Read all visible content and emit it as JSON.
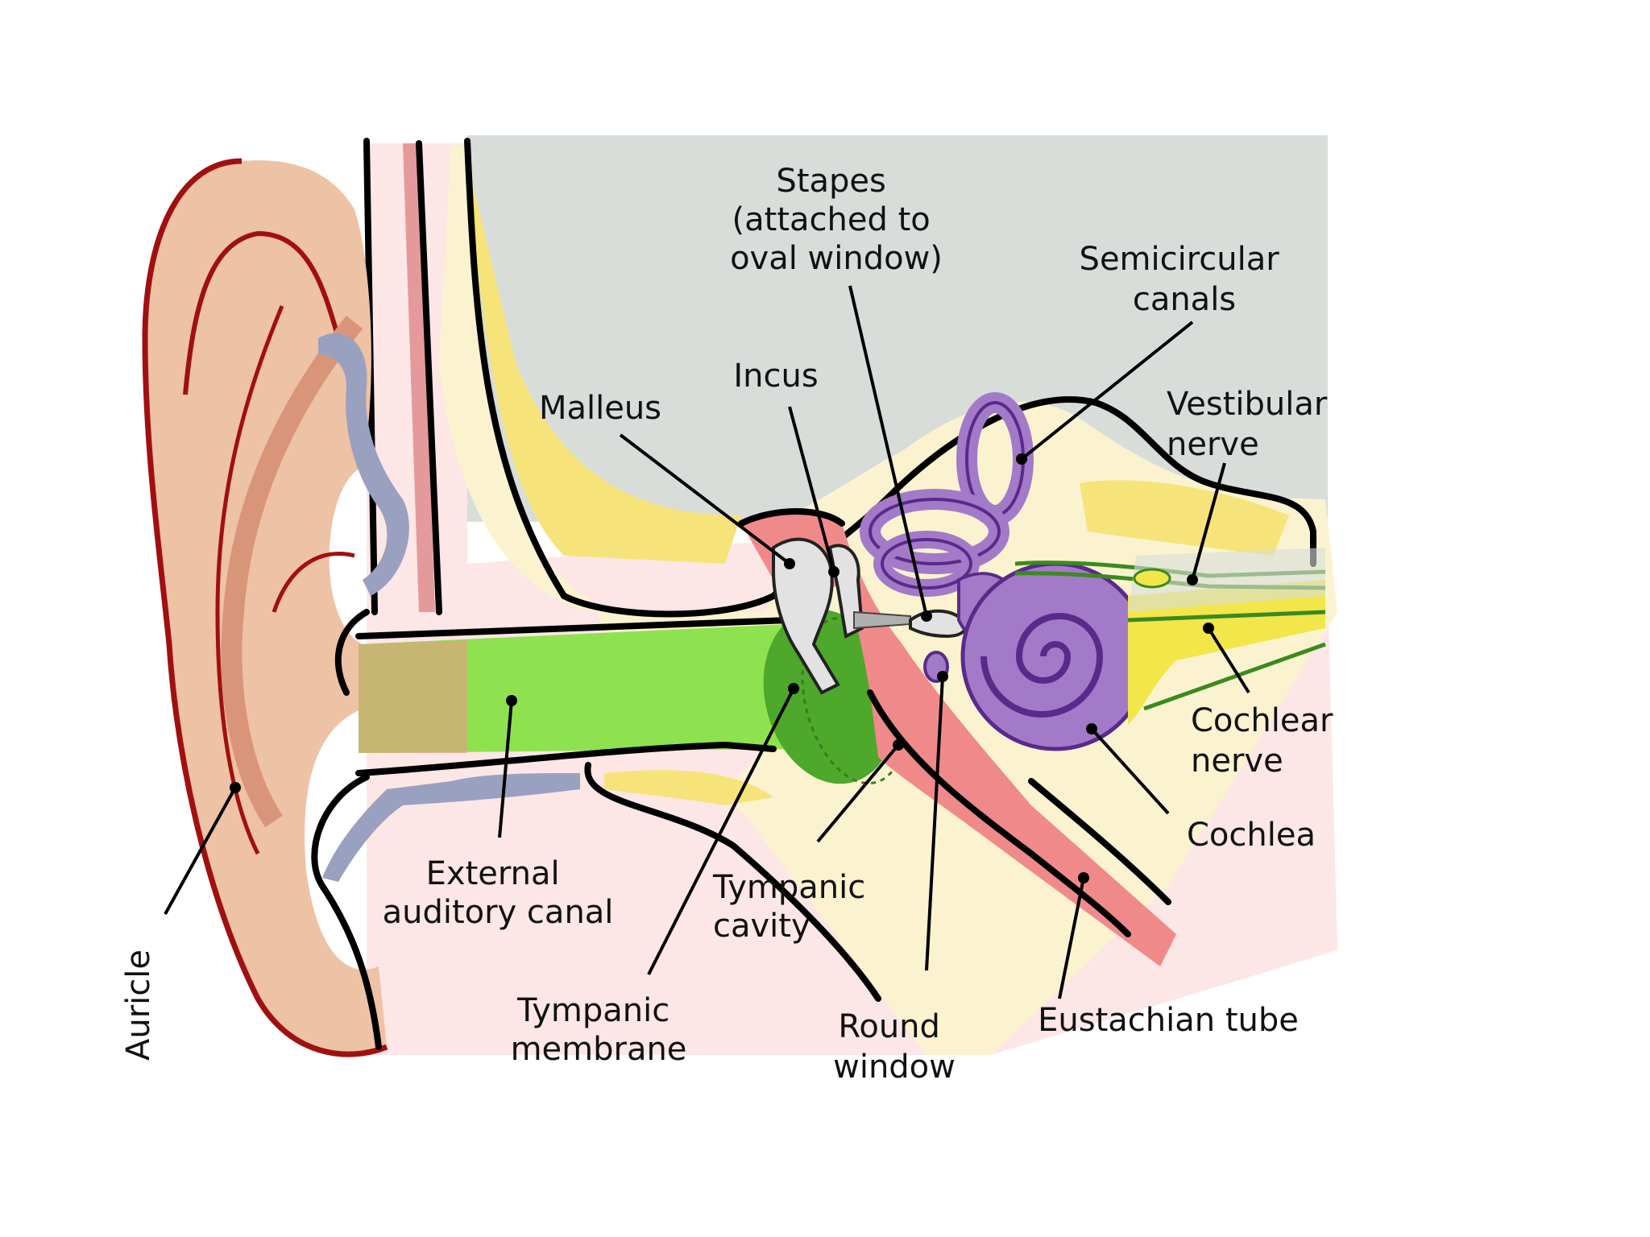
{
  "diagram": {
    "labels": {
      "stapes": [
        "Stapes",
        "(attached to",
        "oval window)"
      ],
      "semicircular_canals": [
        "Semicircular",
        "canals"
      ],
      "incus": [
        "Incus"
      ],
      "malleus": [
        "Malleus"
      ],
      "vestibular_nerve": [
        "Vestibular",
        "nerve"
      ],
      "cochlear_nerve": [
        "Cochlear",
        "nerve"
      ],
      "cochlea": [
        "Cochlea"
      ],
      "external_auditory_canal": [
        "External",
        "auditory canal"
      ],
      "tympanic_cavity": [
        "Tympanic",
        "cavity"
      ],
      "tympanic_membrane": [
        "Tympanic",
        "membrane"
      ],
      "round_window": [
        "Round",
        "window"
      ],
      "eustachian_tube": [
        "Eustachian tube"
      ],
      "auricle": [
        "Auricle"
      ]
    },
    "colors": {
      "skull_bone": "#d8ddda",
      "temporal_bone": "#fbf3cf",
      "bone_highlight": "#f6e47a",
      "skin": "#fde6e6",
      "auricle_skin": "#eec2a4",
      "auricle_shade": "#d9957a",
      "outline_red": "#a01010",
      "cartilage": "#9aa0c0",
      "canal_green": "#8fe24f",
      "membrane_green": "#4da82b",
      "middle_ear_red": "#f08a8a",
      "ossicles": "#e2e2e2",
      "labyrinth_purple": "#a37ac8",
      "labyrinth_outline": "#5a2a8a",
      "nerve_yellow": "#f2e64a",
      "nerve_green": "#3c8a1e"
    }
  }
}
